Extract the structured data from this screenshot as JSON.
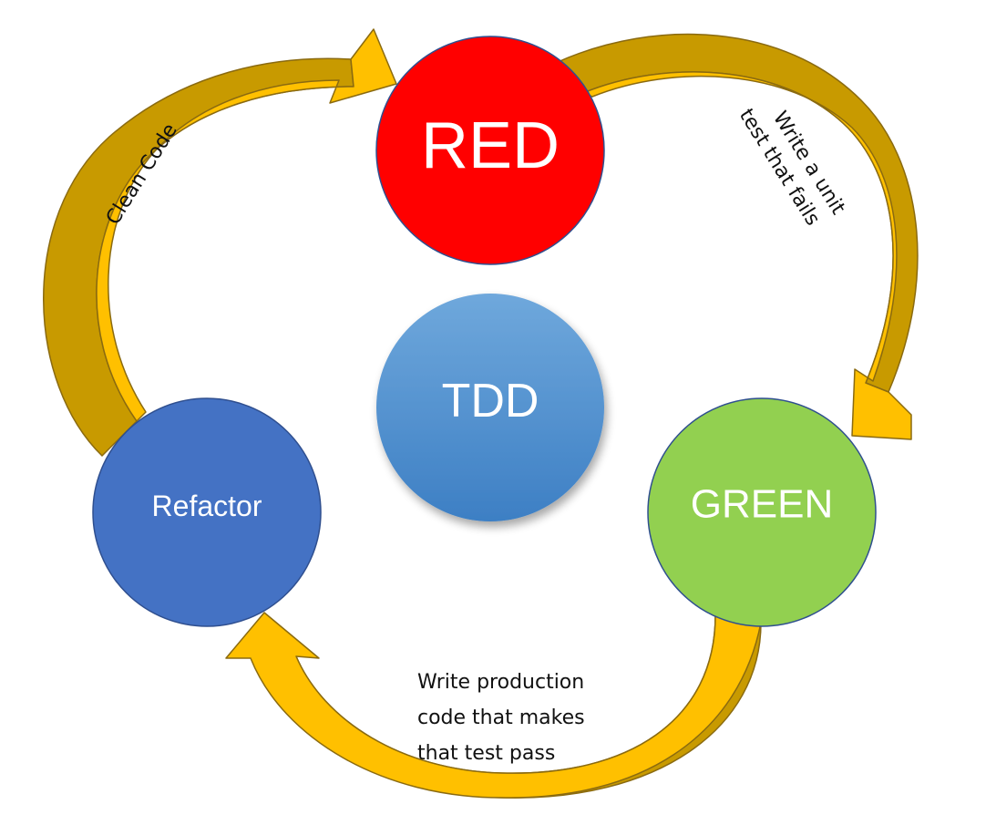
{
  "nodes": {
    "red": {
      "label": "RED",
      "color": "#ff0000"
    },
    "green": {
      "label": "GREEN",
      "color": "#92d050"
    },
    "refactor": {
      "label": "Refactor",
      "color": "#4472c4"
    },
    "center": {
      "label": "TDD",
      "color_top": "#6fa8dc",
      "color_bottom": "#3d7fc4"
    }
  },
  "steps": {
    "red_to_green": {
      "lines": [
        "Write a unit",
        "test that fails"
      ]
    },
    "green_to_refactor": {
      "lines": [
        "Write production",
        "code that makes",
        "that test pass"
      ]
    },
    "refactor_to_red": {
      "label": "Clean Code"
    }
  },
  "colors": {
    "arrow_face": "#ffc000",
    "arrow_side": "#c89a00",
    "circle_outline": "#2f4f8f"
  }
}
